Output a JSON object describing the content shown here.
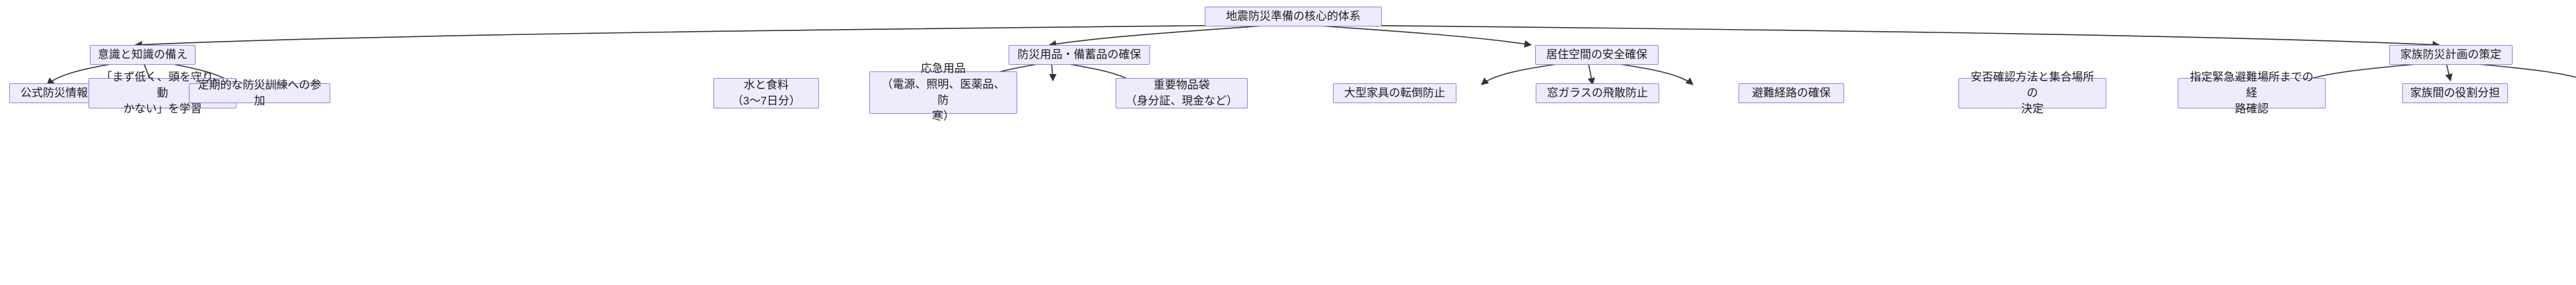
{
  "diagram": {
    "type": "flowchart",
    "direction": "top-down",
    "title_node": "地震防災準備の核心的体系",
    "theme": {
      "node_fill": "#ececfd",
      "node_border": "#9d7ae0",
      "edge_color": "#333333",
      "text_color": "#1c1c1c",
      "background": "#ffffff"
    },
    "nodes": {
      "root": {
        "label": "地震防災準備の核心的体系"
      },
      "branch_awareness": {
        "label": "意識と知識の備え"
      },
      "branch_supplies": {
        "label": "防災用品・備蓄品の確保"
      },
      "branch_space": {
        "label": "居住空間の安全確保"
      },
      "branch_plan": {
        "label": "家族防災計画の策定"
      },
      "leaf_official_info": {
        "label": "公式防災情報の収集"
      },
      "leaf_drop_cover": {
        "label": "「まず低く、頭を守り、動\nかない」を学習"
      },
      "leaf_drill": {
        "label": "定期的な防災訓練への参加"
      },
      "leaf_water_food": {
        "label": "水と食料\n（3〜7日分）"
      },
      "leaf_emergency_items": {
        "label": "応急用品\n（電源、照明、医薬品、防\n寒）"
      },
      "leaf_valuables_bag": {
        "label": "重要物品袋\n（身分証、現金など）"
      },
      "leaf_furniture": {
        "label": "大型家具の転倒防止"
      },
      "leaf_window_glass": {
        "label": "窓ガラスの飛散防止"
      },
      "leaf_evac_route": {
        "label": "避難経路の確保"
      },
      "leaf_safety_check": {
        "label": "安否確認方法と集合場所の\n決定"
      },
      "leaf_shelter_route": {
        "label": "指定緊急避難場所までの経\n路確認"
      },
      "leaf_roles": {
        "label": "家族間の役割分担"
      }
    },
    "edges": [
      {
        "from": "root",
        "to": "branch_awareness"
      },
      {
        "from": "root",
        "to": "branch_supplies"
      },
      {
        "from": "root",
        "to": "branch_space"
      },
      {
        "from": "root",
        "to": "branch_plan"
      },
      {
        "from": "branch_awareness",
        "to": "leaf_official_info"
      },
      {
        "from": "branch_awareness",
        "to": "leaf_drop_cover"
      },
      {
        "from": "branch_awareness",
        "to": "leaf_drill"
      },
      {
        "from": "branch_supplies",
        "to": "leaf_water_food"
      },
      {
        "from": "branch_supplies",
        "to": "leaf_emergency_items"
      },
      {
        "from": "branch_supplies",
        "to": "leaf_valuables_bag"
      },
      {
        "from": "branch_space",
        "to": "leaf_furniture"
      },
      {
        "from": "branch_space",
        "to": "leaf_window_glass"
      },
      {
        "from": "branch_space",
        "to": "leaf_evac_route"
      },
      {
        "from": "branch_plan",
        "to": "leaf_safety_check"
      },
      {
        "from": "branch_plan",
        "to": "leaf_shelter_route"
      },
      {
        "from": "branch_plan",
        "to": "leaf_roles"
      }
    ]
  }
}
